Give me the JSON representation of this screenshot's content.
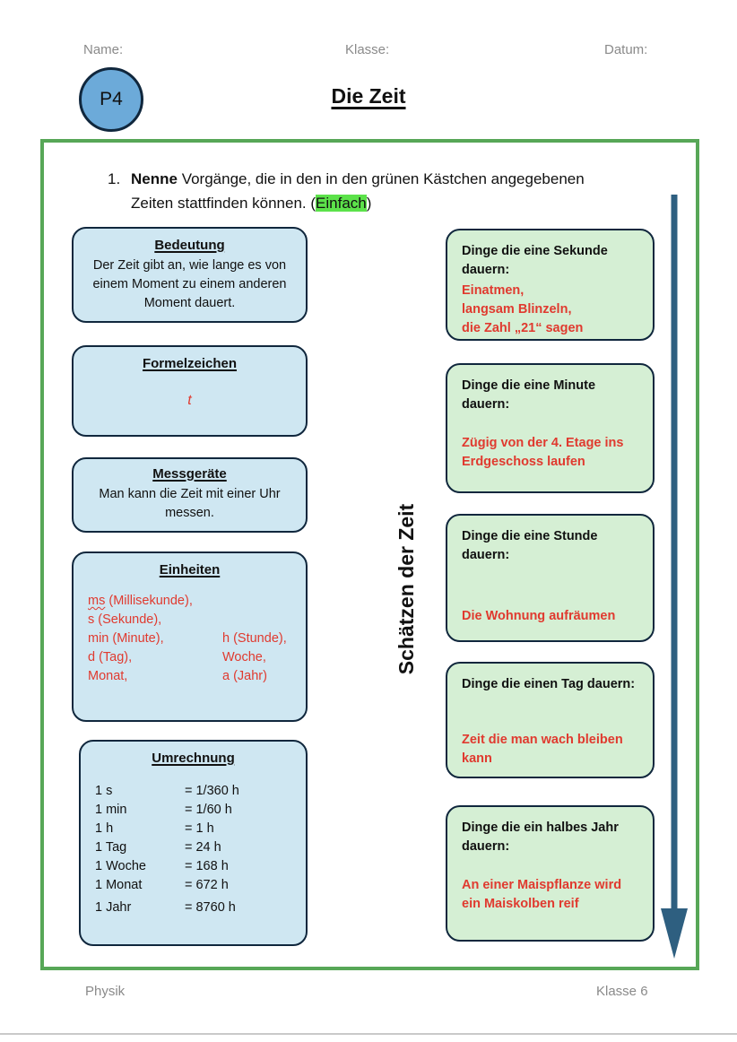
{
  "page": {
    "header": {
      "name": "Name:",
      "klasse": "Klasse:",
      "datum": "Datum:"
    },
    "badge": "P4",
    "title": "Die Zeit",
    "footer": {
      "left": "Physik",
      "right": "Klasse 6"
    }
  },
  "task": {
    "number": "1.",
    "verb": "Nenne",
    "text1": " Vorgänge, die in den in den grünen Kästchen angegebenen ",
    "text2": "Zeiten stattfinden können. (",
    "highlight": "Einfach",
    "text3": ")"
  },
  "left_boxes": {
    "bedeutung": {
      "title": "Bedeutung",
      "body": "Der Zeit gibt an, wie lange es von einem Moment zu einem anderen Moment dauert."
    },
    "formelzeichen": {
      "title": "Formelzeichen",
      "symbol": "t"
    },
    "messgeraete": {
      "title": "Messgeräte",
      "body": "Man kann die Zeit mit einer Uhr messen."
    },
    "einheiten": {
      "title": "Einheiten",
      "ms_unit": "ms",
      "ms_rest": " (Millisekunde),",
      "line_s": "s (Sekunde),",
      "left_col": [
        "min (Minute),",
        "d (Tag),",
        "Monat,"
      ],
      "right_col": [
        "h (Stunde),",
        "Woche,",
        "a (Jahr)"
      ]
    },
    "umrechnung": {
      "title": "Umrechnung",
      "rows": [
        {
          "from": "1 s",
          "to": "= 1/360 h"
        },
        {
          "from": "1 min",
          "to": "= 1/60 h"
        },
        {
          "from": "1 h",
          "to": "= 1 h"
        },
        {
          "from": "1 Tag",
          "to": "= 24 h"
        },
        {
          "from": "1 Woche",
          "to": "= 168 h"
        },
        {
          "from": "1 Monat",
          "to": "= 672 h"
        },
        {
          "from": "1 Jahr",
          "to": "= 8760 h"
        }
      ]
    }
  },
  "vertical_label": "Schätzen der Zeit",
  "right_boxes": [
    {
      "prompt": "Dinge die eine Sekunde dauern:",
      "lines": [
        "Einatmen,",
        "langsam Blinzeln,",
        "die Zahl „21“ sagen"
      ]
    },
    {
      "prompt": "Dinge die eine Minute dauern:",
      "lines": [
        "Zügig von der 4. Etage ins",
        "Erdgeschoss laufen"
      ]
    },
    {
      "prompt": "Dinge die eine Stunde dauern:",
      "lines": [
        "Die Wohnung aufräumen"
      ]
    },
    {
      "prompt": "Dinge die einen Tag dauern:",
      "lines": [
        "Zeit die man wach bleiben",
        "kann"
      ]
    },
    {
      "prompt": "Dinge die ein halbes Jahr dauern:",
      "lines": [
        "An einer Maispflanze wird",
        "ein Maiskolben reif"
      ]
    }
  ],
  "colors": {
    "box_blue_fill": "#cfe7f2",
    "box_green_fill": "#d5efd4",
    "box_border": "#10273d",
    "frame_green": "#57a757",
    "accent_red": "#e03a2f",
    "badge_blue": "#6caad9",
    "arrow_blue": "#2e5f80",
    "highlight_green": "#5ce24a",
    "muted_gray": "#8a8a8a"
  }
}
